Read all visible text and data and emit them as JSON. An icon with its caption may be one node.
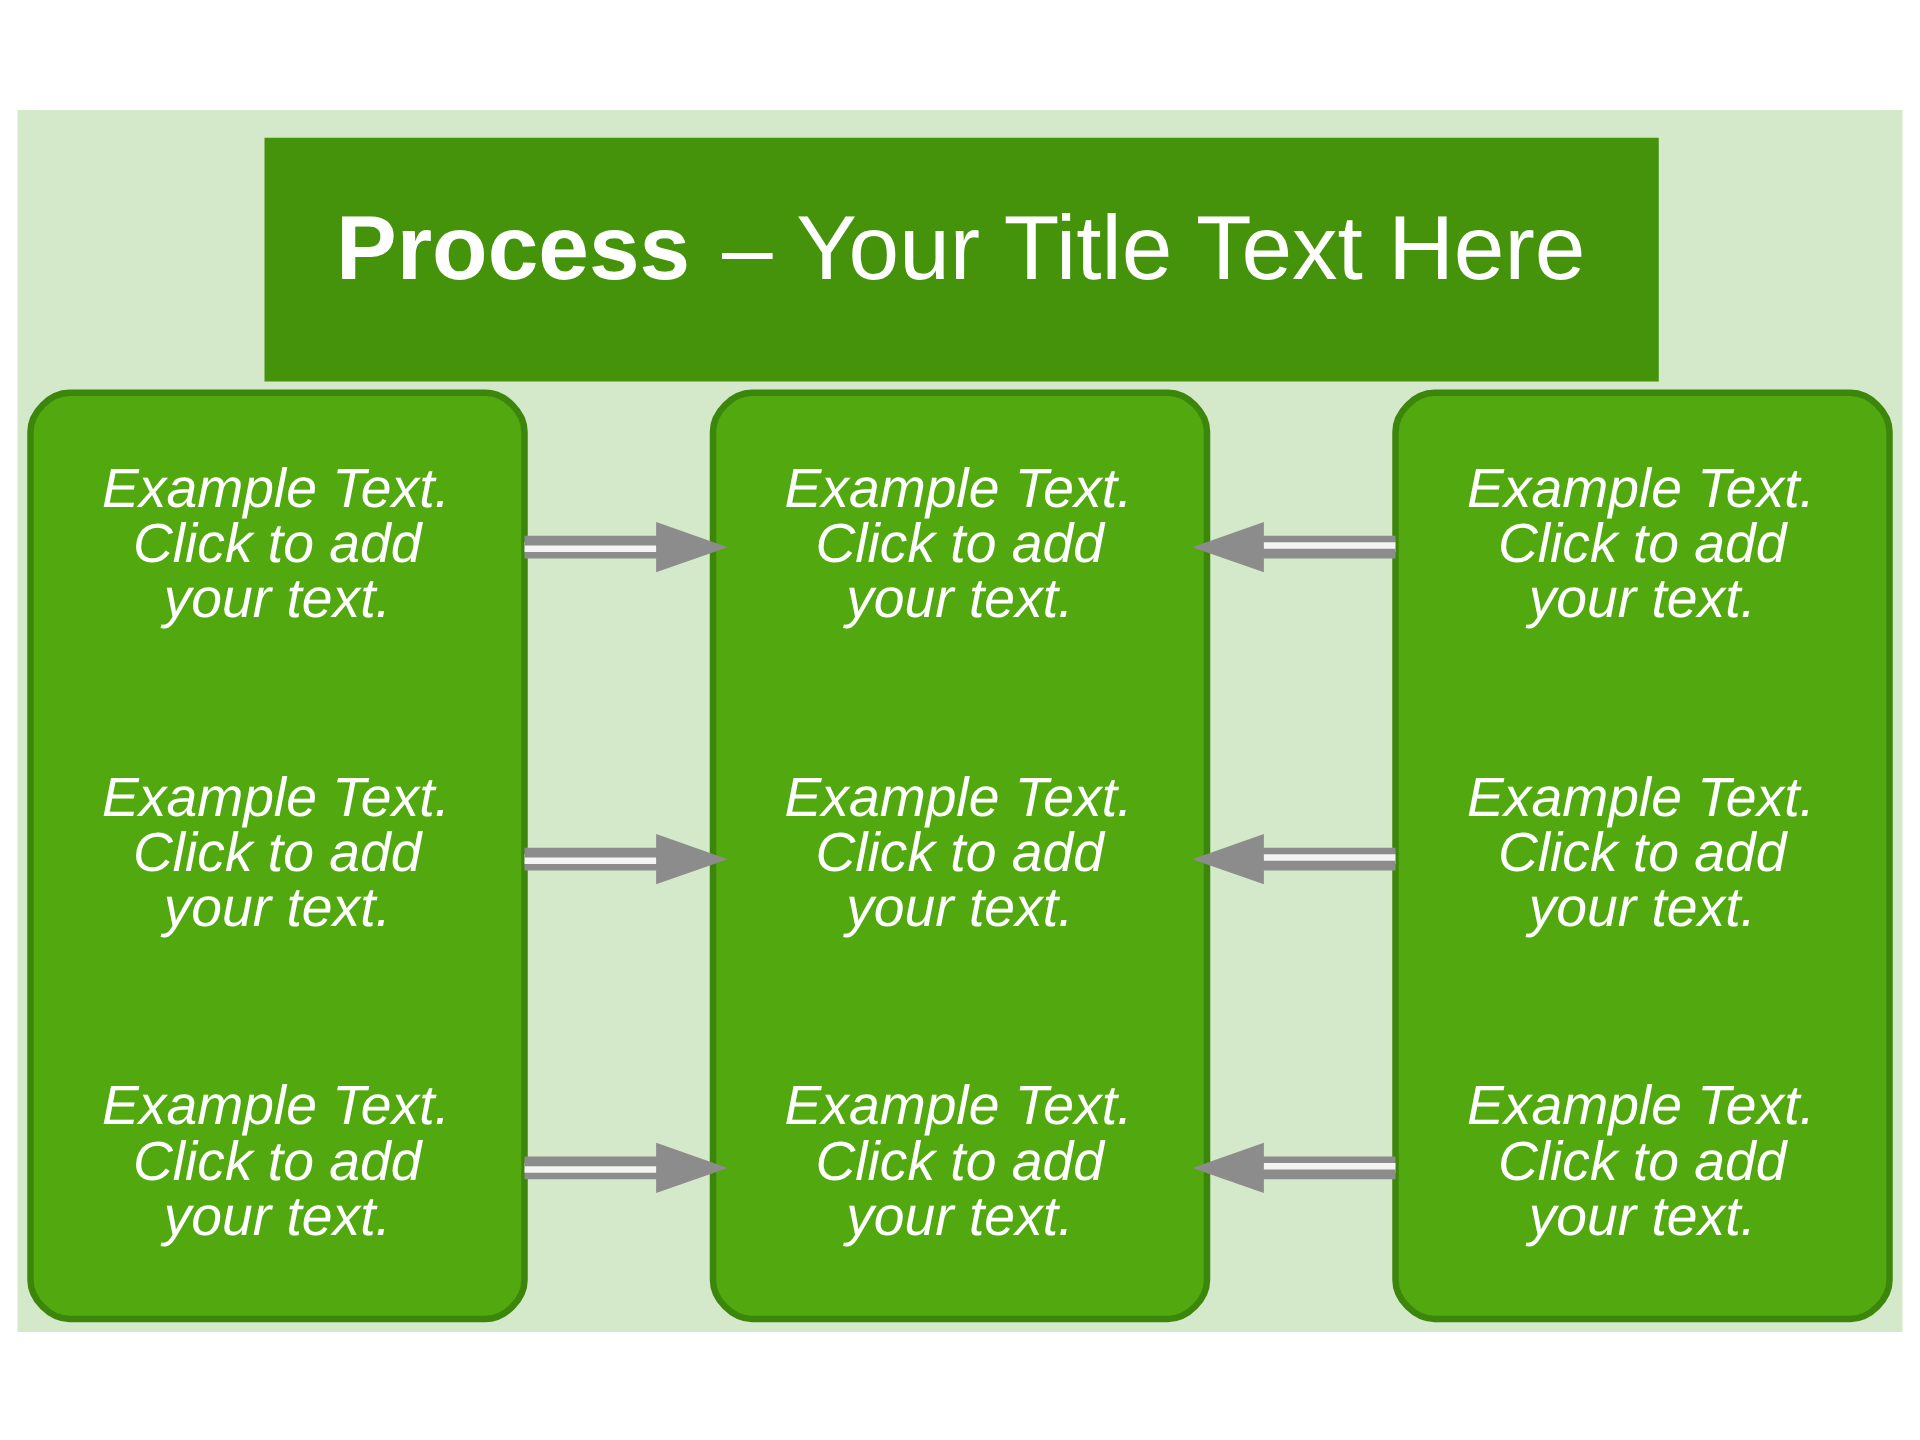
{
  "diagram": {
    "title": "**Process** – Your Title Text Here",
    "nodes": [
      {
        "text": [
          "Example Text. Click to add your text.",
          "Example Text. Click to add your text.",
          "Example Text. Click to add your text."
        ]
      },
      {
        "text": [
          "Example Text. Click to add your text.",
          "Example Text. Click to add your text.",
          "Example Text. Click to add your text."
        ]
      },
      {
        "text": [
          "Example Text. Click to add your text.",
          "Example Text. Click to add your text.",
          "Example Text. Click to add your text."
        ]
      }
    ],
    "edges": [
      {
        "from": 0,
        "to": 1,
        "arrow": "to"
      },
      {
        "from": 0,
        "to": 1,
        "arrow": "to"
      },
      {
        "from": 0,
        "to": 1,
        "arrow": "to"
      },
      {
        "from": 2,
        "to": 1,
        "arrow": "to"
      },
      {
        "from": 2,
        "to": 1,
        "arrow": "to"
      },
      {
        "from": 2,
        "to": 1,
        "arrow": "to"
      }
    ]
  }
}
